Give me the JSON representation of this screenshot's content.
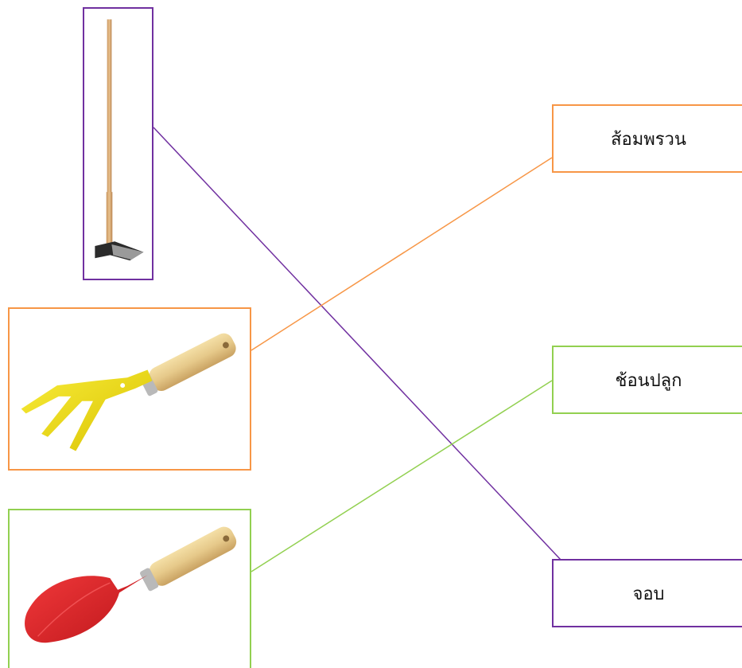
{
  "labels": [
    "ส้อมพรวน",
    "ช้อนปลูก",
    "จอบ"
  ],
  "images": [
    "hoe-image",
    "hand-fork-image",
    "trowel-image"
  ],
  "colors": {
    "purple": "#7030a0",
    "orange": "#f79646",
    "green": "#92d050",
    "fork_yellow": "#f2e20c",
    "trowel_red": "#e0262a",
    "handle_wood": "#e6c98a"
  }
}
